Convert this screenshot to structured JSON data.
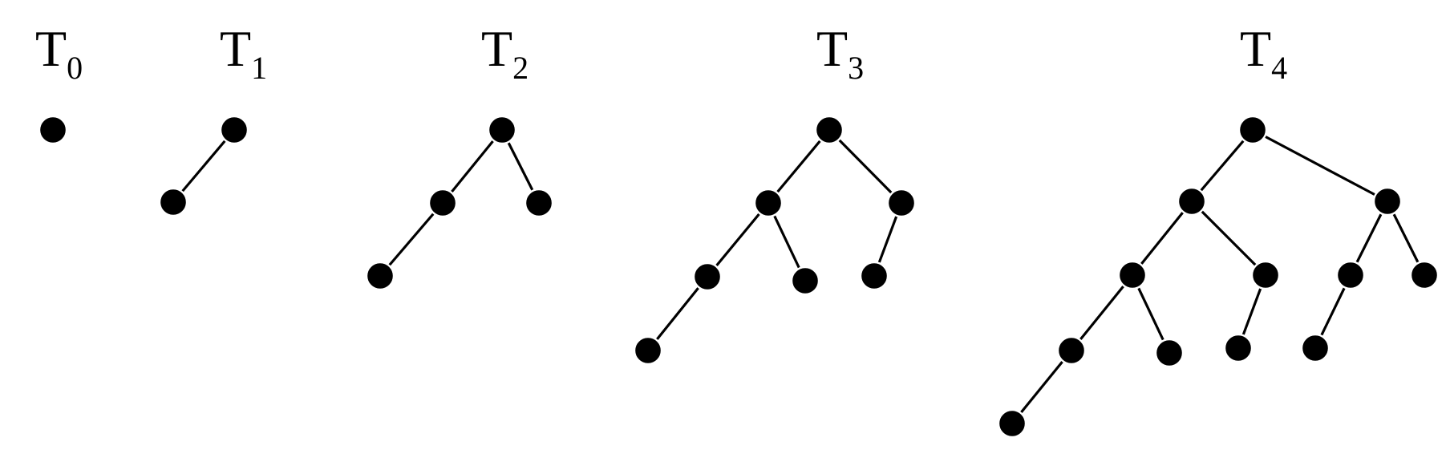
{
  "colors": {
    "background": "#ffffff",
    "ink": "#000000"
  },
  "trees": [
    {
      "label": {
        "main": "T",
        "sub": "0"
      }
    },
    {
      "label": {
        "main": "T",
        "sub": "1"
      }
    },
    {
      "label": {
        "main": "T",
        "sub": "2"
      }
    },
    {
      "label": {
        "main": "T",
        "sub": "3"
      }
    },
    {
      "label": {
        "main": "T",
        "sub": "4"
      }
    }
  ]
}
